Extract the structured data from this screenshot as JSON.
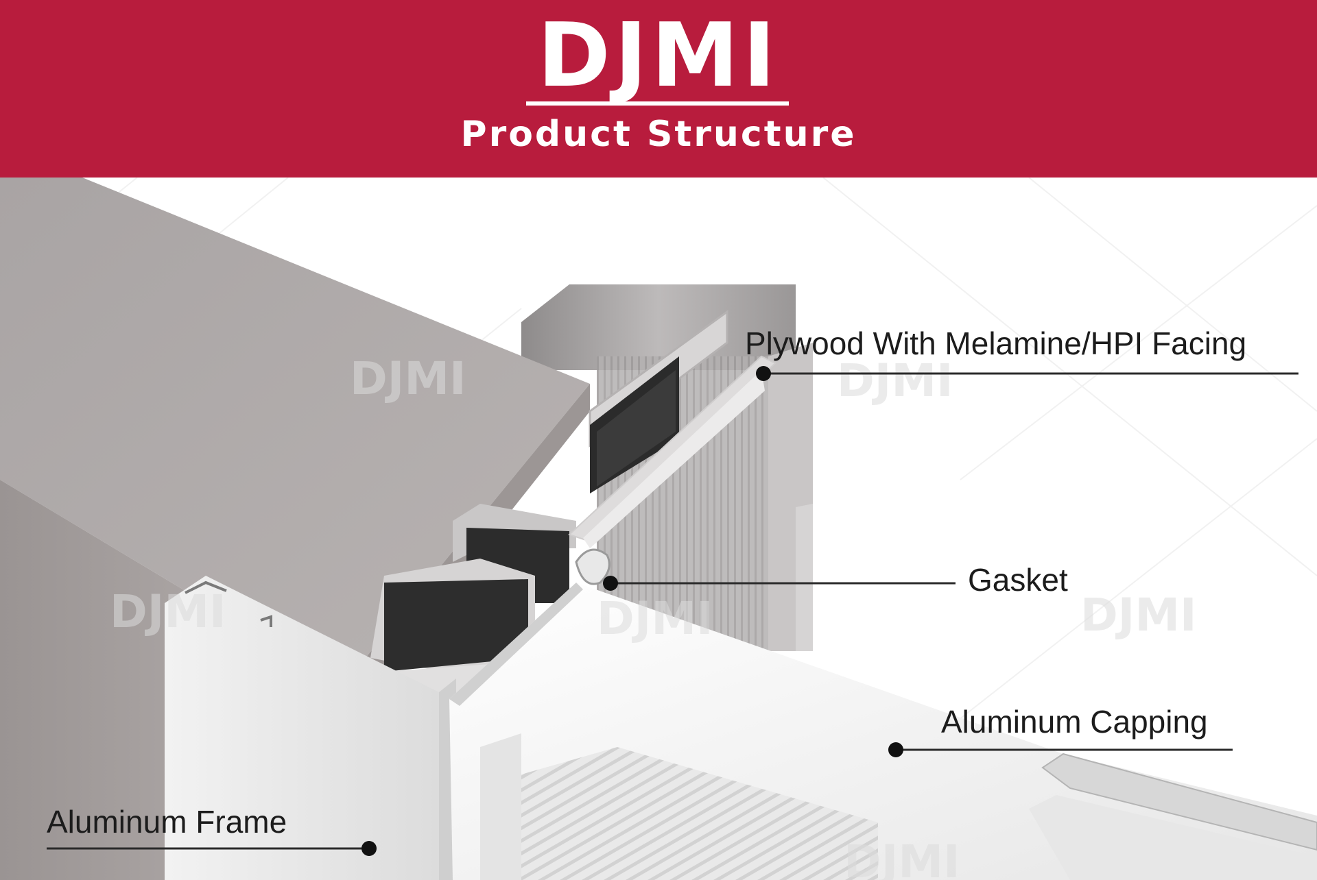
{
  "header": {
    "brand": "DJMI",
    "subtitle": "Product Structure",
    "background_color": "#b81c3d",
    "text_color": "#ffffff"
  },
  "watermark": {
    "text": "DJMI"
  },
  "callouts": {
    "plywood": "Plywood With Melamine/HPI Facing",
    "gasket": "Gasket",
    "capping": "Aluminum Capping",
    "frame": "Aluminum Frame"
  },
  "colors": {
    "label_text": "#1c1c1c",
    "leader_line": "#2a2a2a",
    "dot": "#111111"
  }
}
